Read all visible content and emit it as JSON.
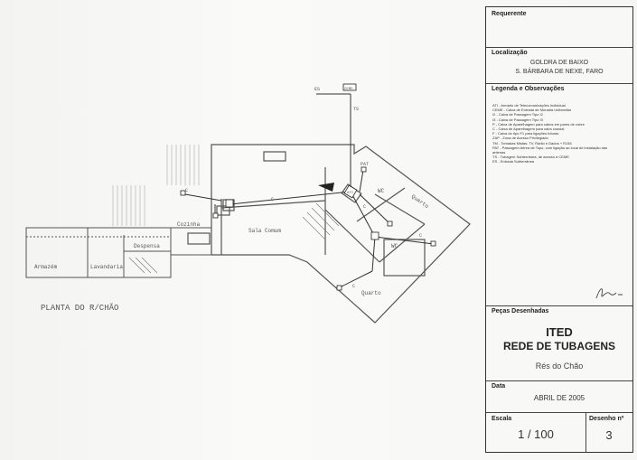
{
  "plan": {
    "title": "PLANTA DO R/CHÃO",
    "rooms": {
      "armazem": "Armazém",
      "lavandaria": "Lavandaria",
      "despensa": "Despensa",
      "cozinha": "Cozinha",
      "sala_comum": "Sala Comum",
      "quarto_1": "Quarto",
      "quarto_2": "Quarto",
      "wc_1": "WC",
      "wc_2": "WC"
    },
    "labels": {
      "es": "ES",
      "ceme": "CEME",
      "ts": "TS",
      "pat": "PAT",
      "ati": "ATI",
      "c1": "C",
      "c2": "C",
      "c3": "C",
      "c4": "C",
      "c5": "C"
    }
  },
  "title_block": {
    "requerente_label": "Requerente",
    "localizacao_label": "Localização",
    "localizacao_line1": "GOLDRA DE BAIXO",
    "localizacao_line2": "S. BÁRBARA DE NEXE, FARO",
    "legenda_label": "Legenda e Observações",
    "legend": [
      "ATI - Armário de Telecomunicações Individual",
      "CEME - Caixa de Entrada de Moradia Unifamiliar",
      "I2 - Caixa de Passagem Tipo I2",
      "I3 - Caixa de Passagem Tipo I3",
      "P - Caixa de Aparelhagem para cabos em pares de cobre",
      "C - Caixa de Aparelhagem para cabo coaxial",
      "F - Caixa do tipo F1 para ligações futuras",
      "ZAP - Zona de Acesso Privilegiado",
      "TM - Tomadas Mistas: TV, Rádio e Dados + RJ45",
      "PAT - Passagem Aérea de Topo, com ligação ao local de instalação das",
      "antenas",
      "TS - Tubagem Subterrânea, de acesso à CEME",
      "ES - Entrada Subterrânea"
    ],
    "pecas_label": "Peças Desenhadas",
    "title_line1": "ITED",
    "title_line2": "REDE DE TUBAGENS",
    "title_line3": "Rés do Chão",
    "data_label": "Data",
    "data_value": "ABRIL DE 2005",
    "escala_label": "Escala",
    "escala_value": "1 / 100",
    "desenho_label": "Desenho nº",
    "desenho_value": "3"
  },
  "colors": {
    "paper": "#f7f7f5",
    "ink": "#444444",
    "frame": "#333333"
  }
}
